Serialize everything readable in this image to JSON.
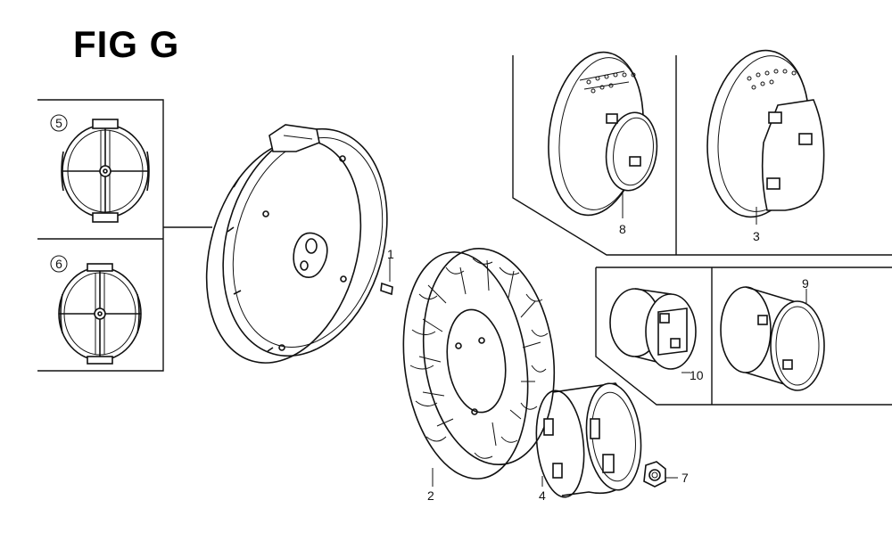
{
  "figure": {
    "title": "FIG G"
  },
  "callouts": {
    "c1": "1",
    "c2": "2",
    "c3": "3",
    "c4": "4",
    "c5": "5",
    "c6": "6",
    "c7": "7",
    "c8": "8",
    "c9": "9",
    "c10": "10"
  }
}
